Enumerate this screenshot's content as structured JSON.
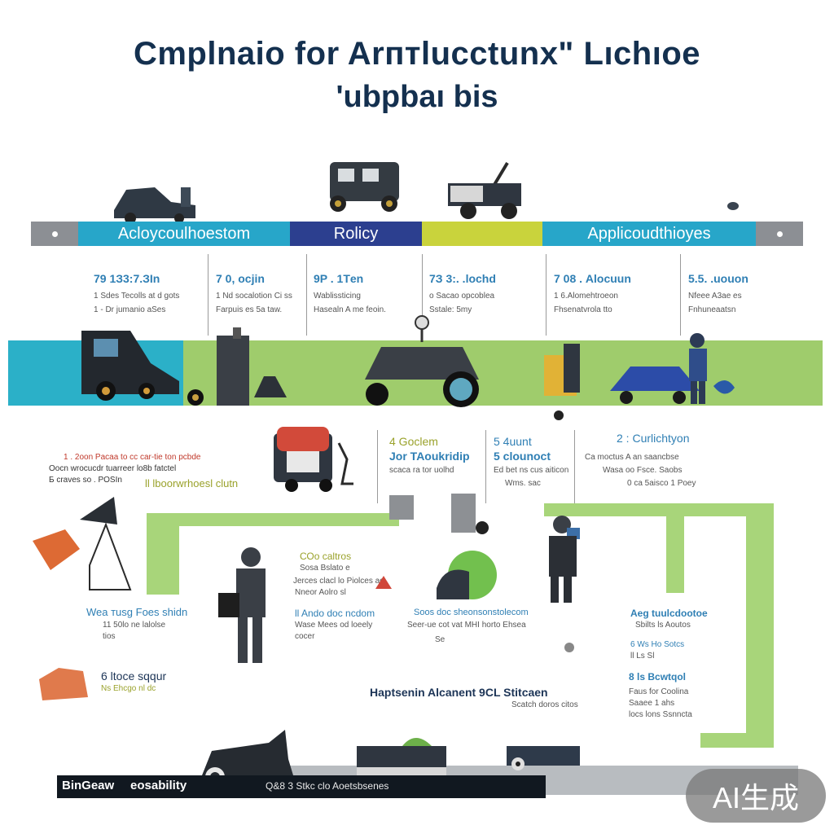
{
  "title": {
    "line1": "Cmplnaio for Arптlucctunx\" Lıchıoe",
    "line2": "'ubpbaı bis"
  },
  "bands": {
    "b1": "Acloycoulhoestom",
    "b2": "Rolicy",
    "b3": "",
    "b4": "Applicoudthioyes"
  },
  "stats": [
    {
      "head": "79  1З3:7.ЗIn",
      "l1": "1 Sdes Tecolls at d gots",
      "l2": "1 - Dr jumanio aSes"
    },
    {
      "head": "7 0, ocjin",
      "l1": "1 Nd socalotion Ci ss",
      "l2": "Farpuis es 5a taw."
    },
    {
      "head": "9P . 1Тen",
      "l1": "Wablissticing",
      "l2": "Hasealn A me feoin."
    },
    {
      "head": "7З 3:. .lochd",
      "l1": "о Sacao opcoblea",
      "l2": "Sstale: 5my"
    },
    {
      "head": "7 08 . Аlocuun",
      "l1": "1 6.Alomehtroeon",
      "l2": "Fhsenatvrola tto"
    },
    {
      "head": "5.5. .uouon",
      "l1": "Nfeee A3ae es",
      "l2": "Fnhuneaatsn"
    }
  ],
  "middle": {
    "left_l1": "1 . 2oon Pacaa to cc car-tie  ton pcbde",
    "left_l2": "Oocn wrocucdr tuarreer lo8b fatctel",
    "left_l3": "Б craves so . POSIn",
    "left_head": "ll lboorwrhoesl clutn",
    "g_head": "4 Goclem",
    "g_sub": "Jor TAoukridip",
    "g_l1": "scaca ra tor uolhd",
    "s_head": "5 4uunt",
    "s_sub": "5 clounoct",
    "s_l1": "Ed bet ns cus aiticon",
    "s_l2": "Wms. sac",
    "c_head": "2 : Curlichtyon",
    "c_l1": "Ca moctus A an saancbse",
    "c_l2": "Wasa oo Fsce. Saobs",
    "c_l3": "0 ca 5aisco 1 Poey"
  },
  "lower": {
    "a_head": "Wea тusg  Foes shidn",
    "a_l1": "11 50lo ne lalolse",
    "a_l2": "tios",
    "b_head": "СОо саltros",
    "b_l1": "Sosa Bslato e",
    "b_l2": "Jerces clacl lo Piolces ao",
    "b_l3": "Nneor Aolro sl",
    "c_head": "ll Ando doc ncdom",
    "c_l1": "Wase Mees od loeely",
    "c_l2": "cocer",
    "d_head": "Soos doc sheonsonstolecom",
    "d_l1": "Seer-ue cot vat МНI horto Ehsea",
    "d_l2": "Se",
    "e_head": "Aeg tuulcdootoe",
    "e_l1": "Sbilts ls Aoutos",
    "e_l2": "6 Ws Ho Sotcs",
    "e_l3": "ll Ls Sl",
    "f_head": "6 ltoce sqqur",
    "f_head2": "Ns Ehcgo nl dc",
    "f_l1": "Haptsenin  Alcanent 9CL Stitcaen",
    "f_l2": "Scatch doros citos",
    "g_head": "8 ls Bcwtqol",
    "g_l1": "Faus for Coolina",
    "g_l2": "Saaee 1 ahs",
    "g_l3": "locs lons Ssnncta"
  },
  "bottom": {
    "label1": "BinGeaw",
    "label2": "eosability",
    "label3": "Q&8 3  Stkc clo Aoetsbsenes"
  },
  "watermark": "AI生成",
  "colors": {
    "band_blue": "#27a6c9",
    "band_navy": "#2c3f8f",
    "band_yellow": "#c9d33c",
    "band_gray": "#8c8f94",
    "ground": "#9fcc6c",
    "water": "#2bb0c8"
  }
}
